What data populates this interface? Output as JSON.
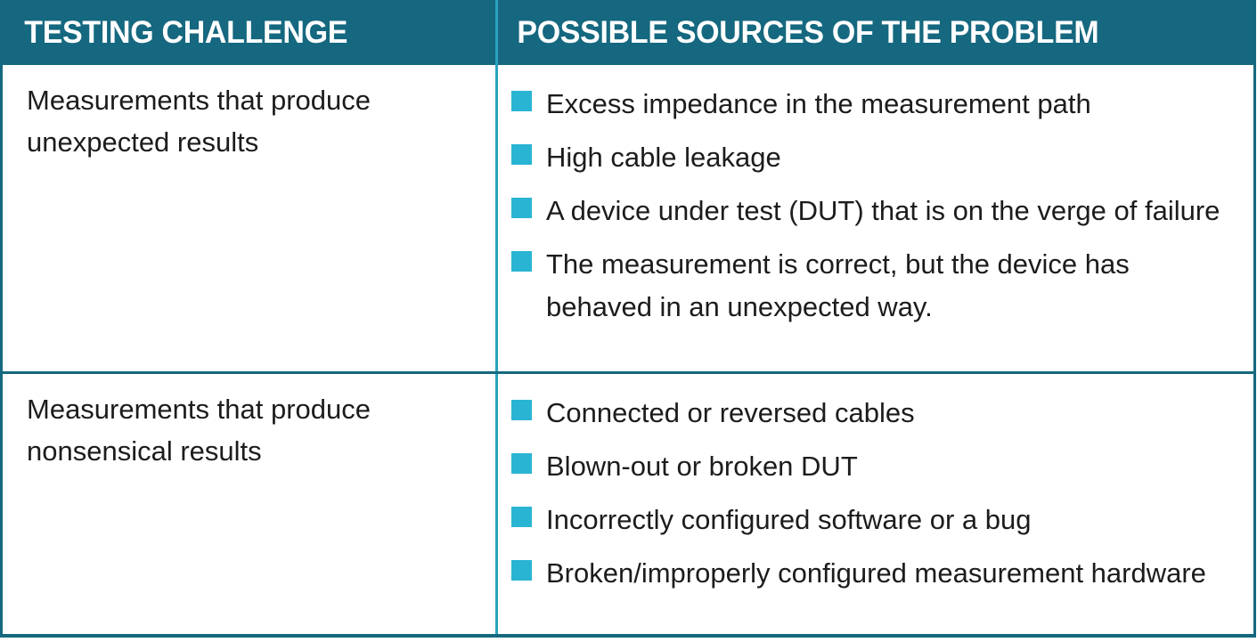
{
  "colors": {
    "header_bg": "#15687F",
    "header_text": "#FFFFFF",
    "border": "#15687F",
    "divider": "#2BA2C0",
    "bullet": "#29B4D3",
    "text": "#1C1C1C"
  },
  "table": {
    "headers": {
      "challenge": "TESTING CHALLENGE",
      "sources": "POSSIBLE SOURCES OF THE PROBLEM"
    },
    "rows": [
      {
        "challenge": "Measurements that produce unexpected results",
        "sources": [
          "Excess impedance in the measurement path",
          "High cable leakage",
          "A device under test (DUT) that is on the verge of failure",
          "The measurement is correct, but the device has behaved in an unexpected way."
        ]
      },
      {
        "challenge": "Measurements that produce nonsensical results",
        "sources": [
          "Connected or reversed cables",
          "Blown-out or broken DUT",
          "Incorrectly configured software or a bug",
          "Broken/improperly configured measurement hardware"
        ]
      }
    ]
  }
}
